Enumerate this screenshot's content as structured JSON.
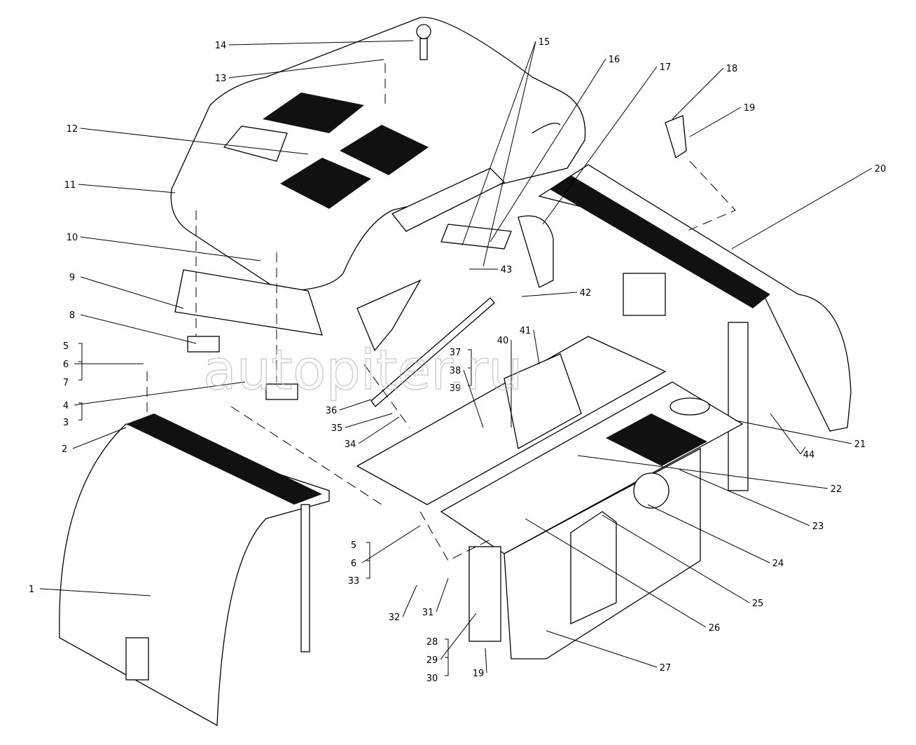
{
  "diagram": {
    "title": "Exploded view: hood, canopy and frame assembly",
    "callouts": [
      "14",
      "13",
      "12",
      "11",
      "10",
      "9",
      "8",
      "5",
      "6",
      "7",
      "4",
      "3",
      "2",
      "1",
      "15",
      "16",
      "17",
      "18",
      "19",
      "20",
      "43",
      "42",
      "41",
      "40",
      "37",
      "38",
      "39",
      "36",
      "35",
      "34",
      "21",
      "44",
      "22",
      "23",
      "24",
      "25",
      "26",
      "27",
      "5",
      "6",
      "33",
      "32",
      "31",
      "28",
      "29",
      "30",
      "19"
    ],
    "watermark": "autopiter.ru"
  }
}
